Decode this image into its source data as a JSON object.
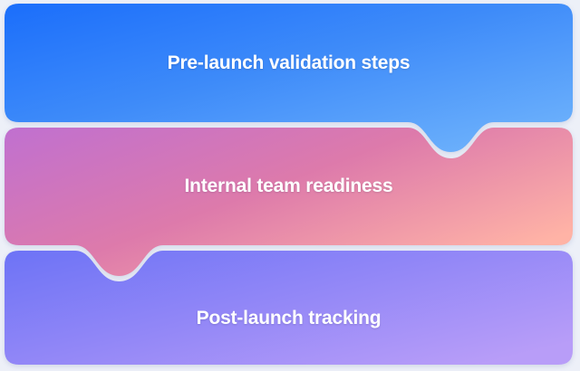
{
  "canvas": {
    "background": "#edf0f8"
  },
  "blocks": [
    {
      "label": "Pre-launch validation steps",
      "text_color": "#ffffff",
      "gradient": [
        "#1b6efb",
        "#3e8bf9",
        "#74b7fc"
      ]
    },
    {
      "label": "Internal team readiness",
      "text_color": "#ffffff",
      "gradient": [
        "#c070d0",
        "#dd7aab",
        "#ffb3a6"
      ]
    },
    {
      "label": "Post-launch tracking",
      "text_color": "#ffffff",
      "gradient": [
        "#6d73f6",
        "#9287f7",
        "#b89df8"
      ]
    }
  ]
}
